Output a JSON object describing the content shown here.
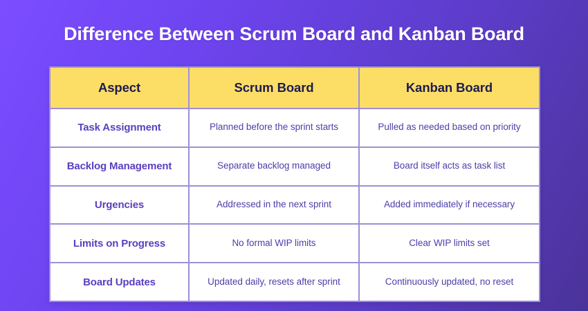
{
  "poster": {
    "title": "Difference Between Scrum Board and Kanban Board",
    "background_gradient_from": "#7B4DFF",
    "background_gradient_to": "#4A3399",
    "title_color": "#FFFFFF"
  },
  "table": {
    "header_background": "#FCDE67",
    "header_text_color": "#1E1B4E",
    "border_color": "#9C90D6",
    "cell_background": "#FFFFFF",
    "aspect_text_color": "#5A3FC0",
    "detail_text_color": "#4B3FA8",
    "columns": [
      {
        "key": "aspect",
        "label": "Aspect"
      },
      {
        "key": "scrum",
        "label": "Scrum Board"
      },
      {
        "key": "kanban",
        "label": "Kanban Board"
      }
    ],
    "rows": [
      {
        "aspect": "Task Assignment",
        "scrum": "Planned before the sprint starts",
        "kanban": "Pulled as needed based on priority"
      },
      {
        "aspect": "Backlog Management",
        "scrum": "Separate backlog managed",
        "kanban": "Board itself acts as task list"
      },
      {
        "aspect": "Urgencies",
        "scrum": "Addressed in the next sprint",
        "kanban": "Added immediately if necessary"
      },
      {
        "aspect": "Limits on Progress",
        "scrum": "No formal WIP limits",
        "kanban": "Clear WIP limits set"
      },
      {
        "aspect": "Board Updates",
        "scrum": "Updated daily, resets after sprint",
        "kanban": "Continuously updated, no reset"
      }
    ]
  }
}
